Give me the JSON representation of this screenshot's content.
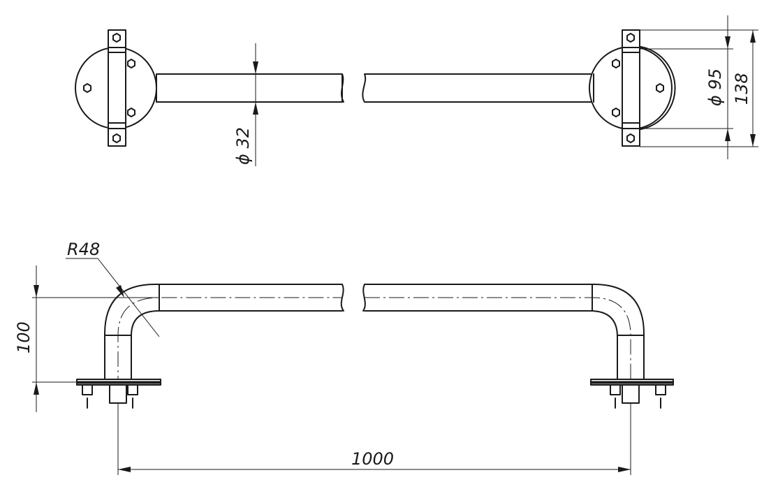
{
  "dimensions": {
    "tube_diameter": "ϕ 32",
    "flange_diameter": "ϕ 95",
    "bracket_height": "138",
    "bend_radius": "R48",
    "height": "100",
    "length": "1000"
  },
  "colors": {
    "line": "#1a1a1a",
    "background": "#ffffff"
  }
}
